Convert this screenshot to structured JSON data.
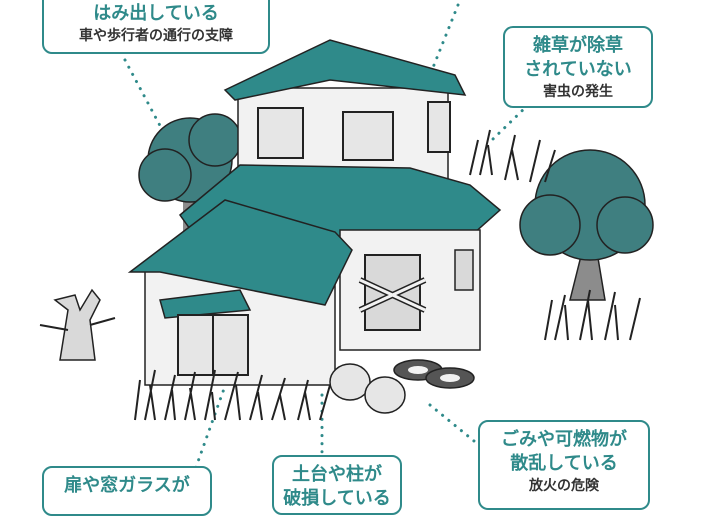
{
  "colors": {
    "accent": "#2f8a8a",
    "roof": "#2f8a8a",
    "wall": "#f2f2f2",
    "tree": "#3f7f80",
    "trunk": "#8c8c8c",
    "grass": "#222222"
  },
  "callouts": {
    "top_left": {
      "title": "はみ出している",
      "sub": "車や歩行者の通行の支障"
    },
    "top_right": {
      "title_line1": "雑草が除草",
      "title_line2": "されていない",
      "sub": "害虫の発生"
    },
    "bottom_right": {
      "title_line1": "ごみや可燃物が",
      "title_line2": "散乱している",
      "sub": "放火の危険"
    },
    "bottom_middle": {
      "title_line1": "土台や柱が",
      "title_line2": "破損している"
    },
    "bottom_left": {
      "title_line1": "扉や窓ガラスが"
    }
  }
}
